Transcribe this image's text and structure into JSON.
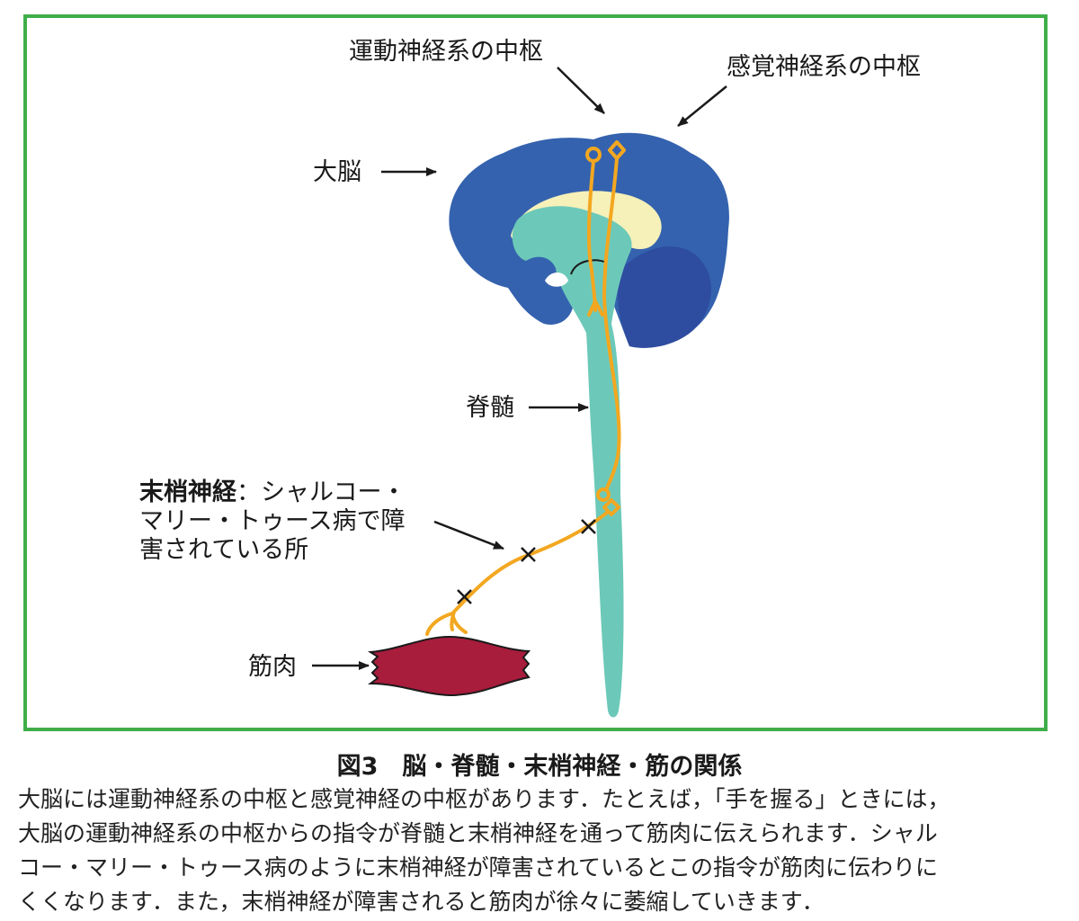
{
  "labels": {
    "motor_center": "運動神経系の中枢",
    "sensory_center": "感覚神経系の中枢",
    "cerebrum": "大脳",
    "spinal_cord": "脊髄",
    "peripheral_line1_bold": "末梢神経",
    "peripheral_line1_rest": "：シャルコー・",
    "peripheral_line2": "マリー・トゥース病で障",
    "peripheral_line3": "害されている所",
    "muscle": "筋肉"
  },
  "figure": {
    "title": "図3　脳・脊髄・末梢神経・筋の関係",
    "caption_lines": [
      "大脳には運動神経系の中枢と感覚神経の中枢があります．たとえば，「手を握る」ときには，",
      "大脳の運動神経系の中枢からの指令が脊髄と末梢神経を通って筋肉に伝えられます．シャル",
      "コー・マリー・トゥース病のように末梢神経が障害されているとこの指令が筋肉に伝わりに",
      "くくなります．また，末梢神経が障害されると筋肉が徐々に萎縮していきます．"
    ]
  },
  "colors": {
    "frame": "#3fae49",
    "brain": "#3462ae",
    "cerebellum": "#2e4ca0",
    "corpus_callosum": "#f6f0b9",
    "spinal_cord": "#6cc9b9",
    "nerve": "#f3a720",
    "muscle": "#a81c3c"
  }
}
